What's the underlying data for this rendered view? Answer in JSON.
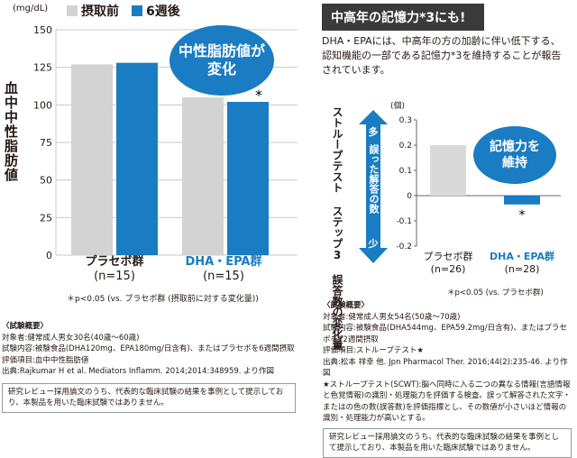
{
  "left_chart": {
    "unit": "(mg/dL)",
    "legend": [
      {
        "label": "摂取前",
        "color": "#d3d3d3"
      },
      {
        "label": "6週後",
        "color": "#1a7cc2"
      }
    ],
    "yaxis_label": "血中中性脂肪値",
    "group_names": [
      "プラセボ群",
      "DHA・EPA群"
    ],
    "group_n": [
      "(n=15)",
      "(n=15)"
    ],
    "bubble_line1": "中性脂肪値が",
    "bubble_line2": "変化",
    "star": "*",
    "note": "＊p<0.05 (vs. プラセボ群 (摂取前に対する変化量))"
  },
  "right_chart": {
    "header": "中高年の記憶力*3にも!",
    "intro": "DHA・EPAには、中高年の方の加齢に伴い低下する、認知機能の一部である記憶力*3を維持することが報告されています。",
    "unit": "(個)",
    "yaxis_label_line1": "ストループテスト ステップ3",
    "yaxis_label_line2": "誤答数の変化量",
    "arrow_top": "多",
    "arrow_mid": "誤った解答の数",
    "arrow_bottom": "少",
    "group_names": [
      "プラセボ群",
      "DHA・EPA群"
    ],
    "group_n": [
      "(n=26)",
      "(n=28)"
    ],
    "bubble_line1": "記憶力を",
    "bubble_line2": "維持",
    "star": "*",
    "note": "＊p<0.05 (vs. プラセボ群)"
  },
  "chart_data": [
    {
      "type": "bar",
      "ylabel": "血中中性脂肪値",
      "categories": [
        "プラセボ群",
        "DHA・EPA群"
      ],
      "series": [
        {
          "name": "摂取前",
          "values": [
            127,
            105
          ]
        },
        {
          "name": "6週後",
          "values": [
            128,
            102
          ]
        }
      ],
      "ylim": [
        0,
        150
      ],
      "yticks": [
        0,
        25,
        50,
        75,
        100,
        125,
        150
      ],
      "grid": true,
      "legend": "top-left"
    },
    {
      "type": "bar",
      "ylabel": "ストループテスト ステップ3 誤答数の変化量",
      "categories": [
        "プラセボ群",
        "DHA・EPA群"
      ],
      "values": [
        0.2,
        -0.035
      ],
      "ylim": [
        -0.2,
        0.3
      ],
      "yticks": [
        0.3,
        0.2,
        0.1,
        0,
        -0.1,
        -0.2
      ],
      "grid": false
    }
  ],
  "left_summary": {
    "heading": "〈試験概要〉",
    "lines": [
      "対象者:健常成人男女30名(40歳〜60歳)",
      "試験内容:被験食品(DHA120mg、EPA180mg/日含有)、またはプラセボを6週間摂取",
      "評価項目:血中中性脂肪値",
      "出典:Rajkumar H et al. Mediators Inflamm. 2014;2014:348959. より作図"
    ],
    "box": "研究レビュー採用論文のうち、代表的な臨床試験の結果を事例として提示しており、本製品を用いた臨床試験ではありません。"
  },
  "right_summary": {
    "heading": "〈試験概要〉",
    "lines": [
      "対象者:健常成人男女54名(50歳〜70歳)",
      "試験内容:被験食品(DHA544mg、EPA59.2mg/日含有)、またはプラセボを12週間摂取",
      "評価項目:ストループテスト★",
      "出典:松本 祥幸 他. Jpn Pharmacol Ther. 2016;44(2):235-46. より作図",
      "★ストループテスト(SCWT):脳へ同時に入る二つの異なる情報(言語情報と色覚情報)の識別・処理能力を評価する検査。誤って解答された文字・またはの色の数(誤答数)を評価指標とし、その数値が小さいほど情報の識別・処理能力が高いとする。"
    ],
    "box": "研究レビュー採用論文のうち、代表的な臨床試験の結果を事例として提示しており、本製品を用いた臨床試験ではありません。"
  }
}
